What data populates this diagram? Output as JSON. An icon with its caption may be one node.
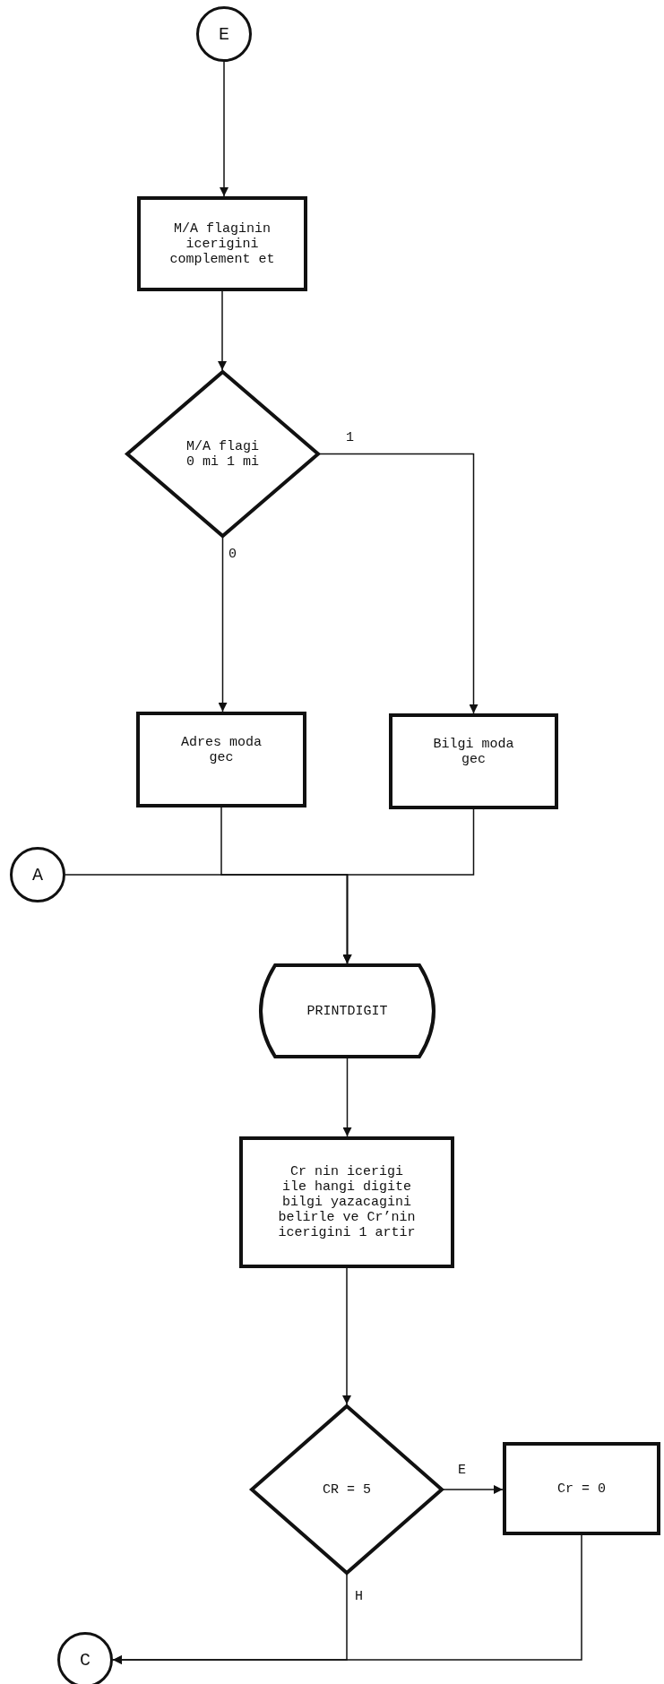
{
  "diagram": {
    "nodes": [
      {
        "text": [
          "E"
        ]
      },
      {
        "text": [
          "M/A flaginin icerigini complement et"
        ]
      },
      {
        "text": [
          "M/A flagi 0 mi 1 mi"
        ]
      },
      {
        "text": [
          "Adres moda gec"
        ]
      },
      {
        "text": [
          "Bilgi moda gec"
        ]
      },
      {
        "text": [
          "A"
        ]
      },
      {
        "text": [
          "PRINTDIGIT"
        ]
      },
      {
        "text": [
          "Cr nin icerigi ile hangi digite bilgi yazacagini belirle ve Cr’nin icerigini 1 artir"
        ]
      },
      {
        "text": [
          "CR = 5"
        ]
      },
      {
        "text": [
          "Cr = 0"
        ]
      },
      {
        "text": [
          "C"
        ]
      }
    ],
    "edges": [
      {
        "from": 0,
        "to": 1,
        "arrow": "to"
      },
      {
        "from": 1,
        "to": 2,
        "arrow": "to"
      },
      {
        "from": 2,
        "to": 4,
        "arrow": "to",
        "label": "1"
      },
      {
        "from": 2,
        "to": 3,
        "arrow": "to",
        "label": "0"
      },
      {
        "from": 3,
        "to": 6,
        "arrow": "to"
      },
      {
        "from": 4,
        "to": 6,
        "arrow": "to"
      },
      {
        "from": 5,
        "to": 6,
        "arrow": "to"
      },
      {
        "from": 6,
        "to": 7,
        "arrow": "to"
      },
      {
        "from": 7,
        "to": 8,
        "arrow": "to"
      },
      {
        "from": 8,
        "to": 9,
        "arrow": "to",
        "label": "E"
      },
      {
        "from": 8,
        "to": 10,
        "arrow": "to",
        "label": "H"
      },
      {
        "from": 9,
        "to": 10,
        "arrow": "to"
      }
    ]
  }
}
